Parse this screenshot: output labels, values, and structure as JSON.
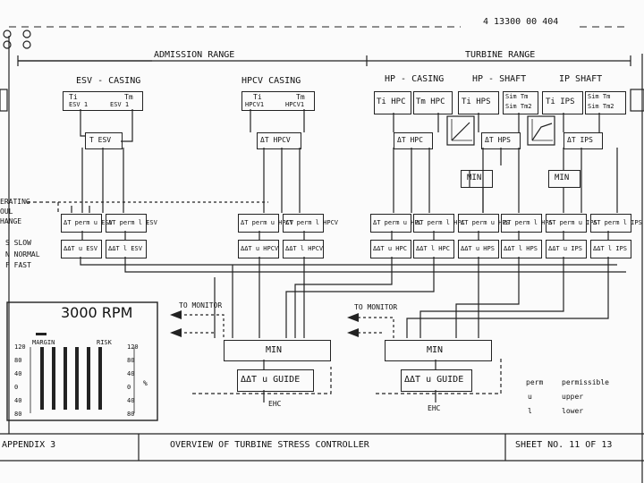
{
  "header": {
    "drawing_number": "4 13300 00 404"
  },
  "ranges": {
    "admission": "ADMISSION RANGE",
    "turbine": "TURBINE RANGE"
  },
  "sections": {
    "esv_casing": "ESV - CASING",
    "hpcv_casing": "HPCV CASING",
    "hp_casing": "HP - CASING",
    "hp_shaft": "HP - SHAFT",
    "ip_shaft": "IP SHAFT"
  },
  "sensors": {
    "esv_ti": "Ti",
    "esv_ti_sub": "ESV 1",
    "esv_tm": "Tm",
    "esv_tm_sub": "ESV 1",
    "hpcv_ti": "Ti",
    "hpcv_ti_sub": "HPCV1",
    "hpcv_tm": "Tm",
    "hpcv_tm_sub": "HPCV1",
    "hpc_ti": "Ti HPC",
    "hpc_tm": "Tm HPC",
    "hps_ti": "Ti HPS",
    "hps_sim_tm": "Sim Tm",
    "hps_sim_tm2": "Sim Tm2",
    "ips_ti": "Ti IPS",
    "ips_sim_tm": "Sim Tm",
    "ips_sim_tm2": "Sim Tm2"
  },
  "delta_blocks": {
    "esv": "T ESV",
    "hpcv": "ΔT HPCV",
    "hpc": "ΔT HPC",
    "hps": "ΔT HPS",
    "ips": "ΔT IPS"
  },
  "min_blocks": {
    "hp_shaft": "MIN",
    "ip_shaft": "MIN",
    "bottom_left": "MIN",
    "bottom_right": "MIN"
  },
  "legend_left": {
    "operating": "ERATING",
    "mode": "OUL",
    "change": "HANGE",
    "s": "S   SLOW",
    "n": "N   NORMAL",
    "f": "F   FAST"
  },
  "permissible_upper": [
    {
      "name": "perm-upper-esv",
      "text": "ΔT perm u ESV"
    },
    {
      "name": "perm-lower-esv",
      "text": "ΔT perm l ESV"
    },
    {
      "name": "perm-upper-hpcv",
      "text": "ΔT perm u HPCV"
    },
    {
      "name": "perm-lower-hpcv",
      "text": "ΔT perm l HPCV"
    },
    {
      "name": "perm-upper-hpc",
      "text": "ΔT perm u HPC"
    },
    {
      "name": "perm-lower-hpc",
      "text": "ΔT perm l HPC"
    },
    {
      "name": "perm-upper-hps",
      "text": "ΔT perm u HPS"
    },
    {
      "name": "perm-lower-hps",
      "text": "ΔT perm l HPS"
    },
    {
      "name": "perm-upper-ips",
      "text": "ΔT perm u IPS"
    },
    {
      "name": "perm-lower-ips",
      "text": "ΔT perm l IPS"
    }
  ],
  "margin_blocks": [
    {
      "name": "margin-upper-esv",
      "text": "ΔΔT u ESV"
    },
    {
      "name": "margin-lower-esv",
      "text": "ΔΔT l ESV"
    },
    {
      "name": "margin-upper-hpcv",
      "text": "ΔΔT u HPCV"
    },
    {
      "name": "margin-lower-hpcv",
      "text": "ΔΔT l HPCV"
    },
    {
      "name": "margin-upper-hpc",
      "text": "ΔΔT u HPC"
    },
    {
      "name": "margin-lower-hpc",
      "text": "ΔΔT l HPC"
    },
    {
      "name": "margin-upper-hps",
      "text": "ΔΔT u HPS"
    },
    {
      "name": "margin-lower-hps",
      "text": "ΔΔT l HPS"
    },
    {
      "name": "margin-upper-ips",
      "text": "ΔΔT u IPS"
    },
    {
      "name": "margin-lower-ips",
      "text": "ΔΔT l IPS"
    }
  ],
  "monitor": {
    "title": "3000 RPM",
    "to_monitor_left": "TO MONITOR",
    "to_monitor_right": "TO MONITOR",
    "left_scale_label": "MARGIN",
    "right_scale_label": "RISK",
    "scale_left": [
      "120",
      "80",
      "40",
      "0",
      "40",
      "80"
    ],
    "scale_right": [
      "120",
      "80",
      "40",
      "0",
      "40",
      "80"
    ],
    "percent": "%"
  },
  "guides": {
    "left": "ΔΔT u GUIDE",
    "right": "ΔΔT u GUIDE",
    "ehc_left": "EHC",
    "ehc_right": "EHC"
  },
  "abbrev": {
    "perm_key": "perm",
    "perm_val": "permissible",
    "u_key": "u",
    "u_val": "upper",
    "l_key": "l",
    "l_val": "lower"
  },
  "footer": {
    "appendix": "APPENDIX  3",
    "title": "OVERVIEW  OF  TURBINE  STRESS  CONTROLLER",
    "sheet": "SHEET NO. 11  OF  13"
  }
}
